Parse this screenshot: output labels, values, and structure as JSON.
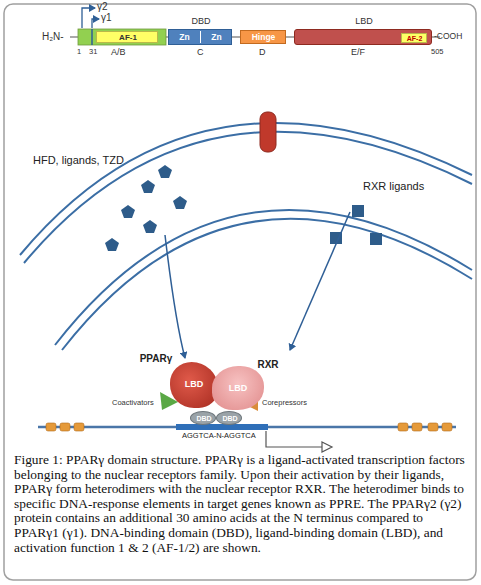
{
  "diagram": {
    "caption": "Figure 1: PPARγ domain structure. PPARγ is a ligand-activated transcription factors belonging to the nuclear receptors family. Upon their activation by their ligands, PPARγ form heterodimers with the nuclear receptor RXR. The heterodimer binds to specific DNA-response elements in target genes known as PPRE. The PPARγ2 (γ2) protein contains an additional 30 amino acids at the N terminus compared to PPARγ1 (γ1). DNA-binding domain (DBD), ligand-binding domain (LBD), and activation function 1 & 2 (AF-1/2) are shown.",
    "nodes": [
      {
        "text": [
          "AF-1"
        ]
      },
      {
        "text": [
          "DBD",
          "Zn",
          "Zn"
        ]
      },
      {
        "text": [
          "Hinge"
        ]
      },
      {
        "text": [
          "LBD"
        ]
      },
      {
        "text": [
          "AF-2"
        ],
        "in": 3
      },
      {
        "text": [
          "PPARγ",
          "LBD"
        ]
      },
      {
        "text": [
          "RXR",
          "LBD"
        ]
      },
      {
        "text": [
          "DBD"
        ]
      },
      {
        "text": [
          "DBD"
        ]
      }
    ],
    "labels": [
      "H₂N-",
      "γ2",
      "γ1",
      "1",
      "31",
      "A/B",
      "C",
      "D",
      "E/F",
      "505",
      "-COOH",
      "HFD, ligands, TZD",
      "RXR ligands",
      "Coactivators",
      "Corepressors",
      "AGGTCA-N-AGGTCA"
    ]
  }
}
